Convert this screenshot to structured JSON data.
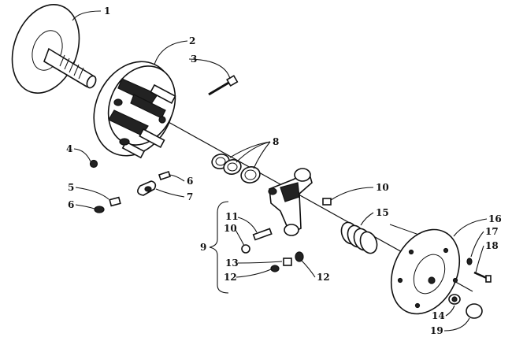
{
  "diagram": {
    "callouts": [
      {
        "id": "c1",
        "text": "1"
      },
      {
        "id": "c2",
        "text": "2"
      },
      {
        "id": "c3",
        "text": "3"
      },
      {
        "id": "c4",
        "text": "4"
      },
      {
        "id": "c5",
        "text": "5"
      },
      {
        "id": "c6a",
        "text": "6"
      },
      {
        "id": "c6b",
        "text": "6"
      },
      {
        "id": "c7",
        "text": "7"
      },
      {
        "id": "c8",
        "text": "8"
      },
      {
        "id": "c9",
        "text": "9"
      },
      {
        "id": "c10a",
        "text": "10"
      },
      {
        "id": "c10b",
        "text": "10"
      },
      {
        "id": "c11",
        "text": "11"
      },
      {
        "id": "c12a",
        "text": "12"
      },
      {
        "id": "c12b",
        "text": "12"
      },
      {
        "id": "c13",
        "text": "13"
      },
      {
        "id": "c14",
        "text": "14"
      },
      {
        "id": "c15",
        "text": "15"
      },
      {
        "id": "c16",
        "text": "16"
      },
      {
        "id": "c17",
        "text": "17"
      },
      {
        "id": "c18",
        "text": "18"
      },
      {
        "id": "c19",
        "text": "19"
      }
    ]
  }
}
